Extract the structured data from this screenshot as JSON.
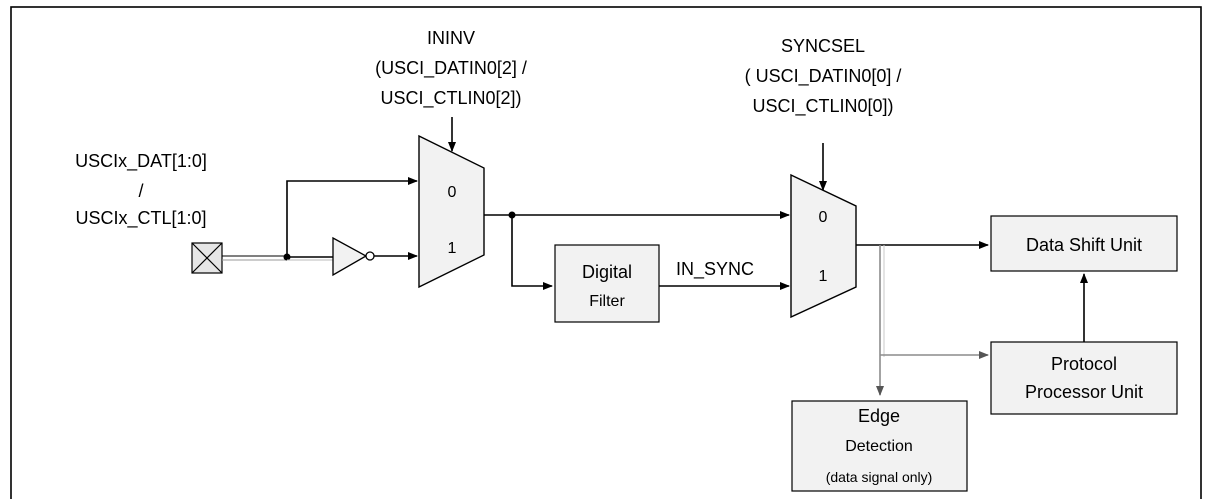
{
  "signals": {
    "ininv_title": "ININV",
    "ininv_line2": "(USCI_DATIN0[2] /",
    "ininv_line3": "USCI_CTLIN0[2])",
    "syncsel_title": "SYNCSEL",
    "syncsel_line2": "( USCI_DATIN0[0] /",
    "syncsel_line3": "USCI_CTLIN0[0])",
    "input_line1": "USCIx_DAT[1:0]",
    "input_line2": "/",
    "input_line3": "USCIx_CTL[1:0]",
    "in_sync": "IN_SYNC"
  },
  "mux1": {
    "input0": "0",
    "input1": "1"
  },
  "mux2": {
    "input0": "0",
    "input1": "1"
  },
  "blocks": {
    "digital_filter_line1": "Digital",
    "digital_filter_line2": "Filter",
    "data_shift_unit": "Data Shift Unit",
    "protocol_line1": "Protocol",
    "protocol_line2": "Processor Unit",
    "edge_line1": "Edge",
    "edge_line2": "Detection",
    "edge_line3": "(data signal only)"
  }
}
